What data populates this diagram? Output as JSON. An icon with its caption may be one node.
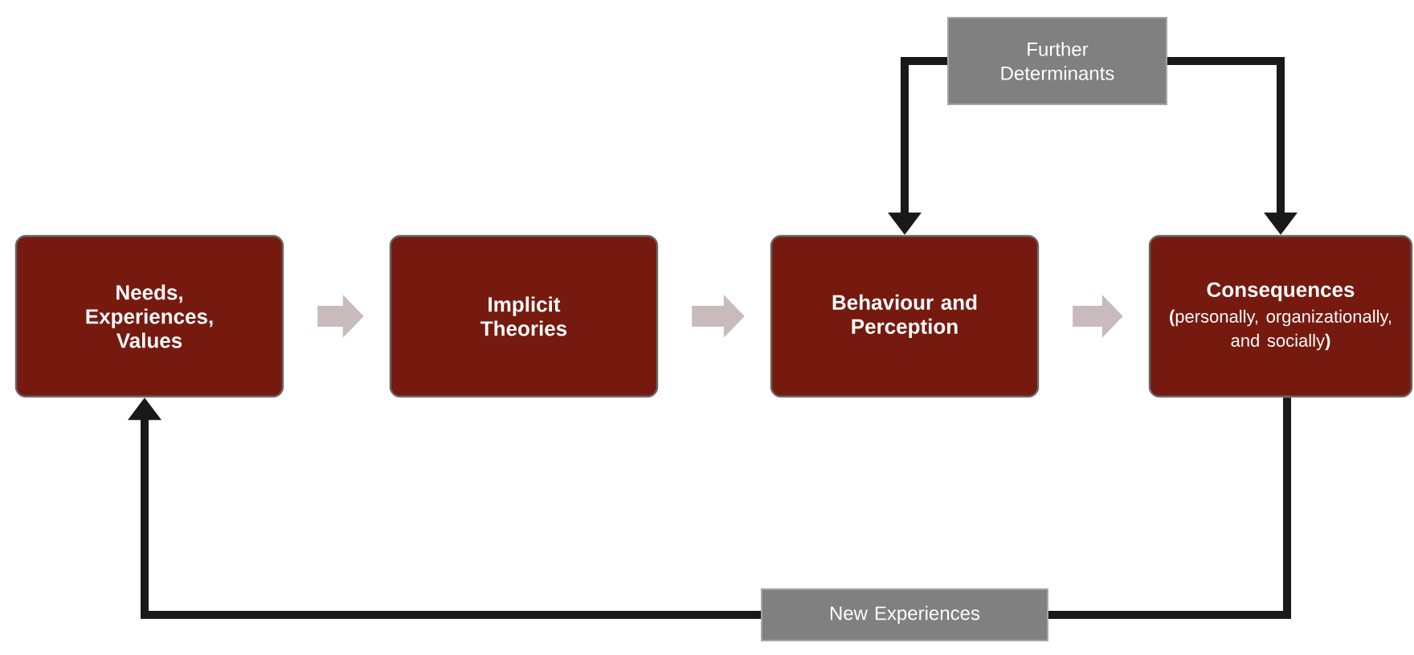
{
  "diagram": {
    "nodes": [
      {
        "text": [
          "Needs, Experiences, Values"
        ]
      },
      {
        "text": [
          "Implicit Theories"
        ]
      },
      {
        "text": [
          "Behaviour and Perception"
        ]
      },
      {
        "text": [
          "Consequences",
          "**(**personally, organizationally, and socially**)**"
        ]
      },
      {
        "text": [
          "Further Determinants"
        ]
      },
      {
        "text": [
          "New Experiences"
        ]
      }
    ],
    "edges": [
      {
        "from": 0,
        "to": 1,
        "arrow": "to",
        "style": "thick",
        "color": "#c9bbbb"
      },
      {
        "from": 1,
        "to": 2,
        "arrow": "to",
        "style": "thick",
        "color": "#c9bbbb"
      },
      {
        "from": 2,
        "to": 3,
        "arrow": "to",
        "style": "thick",
        "color": "#c9bbbb"
      },
      {
        "from": 4,
        "to": 2,
        "arrow": "to"
      },
      {
        "from": 4,
        "to": 3,
        "arrow": "to"
      },
      {
        "from": 3,
        "to": 5,
        "arrow": "none"
      },
      {
        "from": 5,
        "to": 0,
        "arrow": "to"
      }
    ]
  }
}
